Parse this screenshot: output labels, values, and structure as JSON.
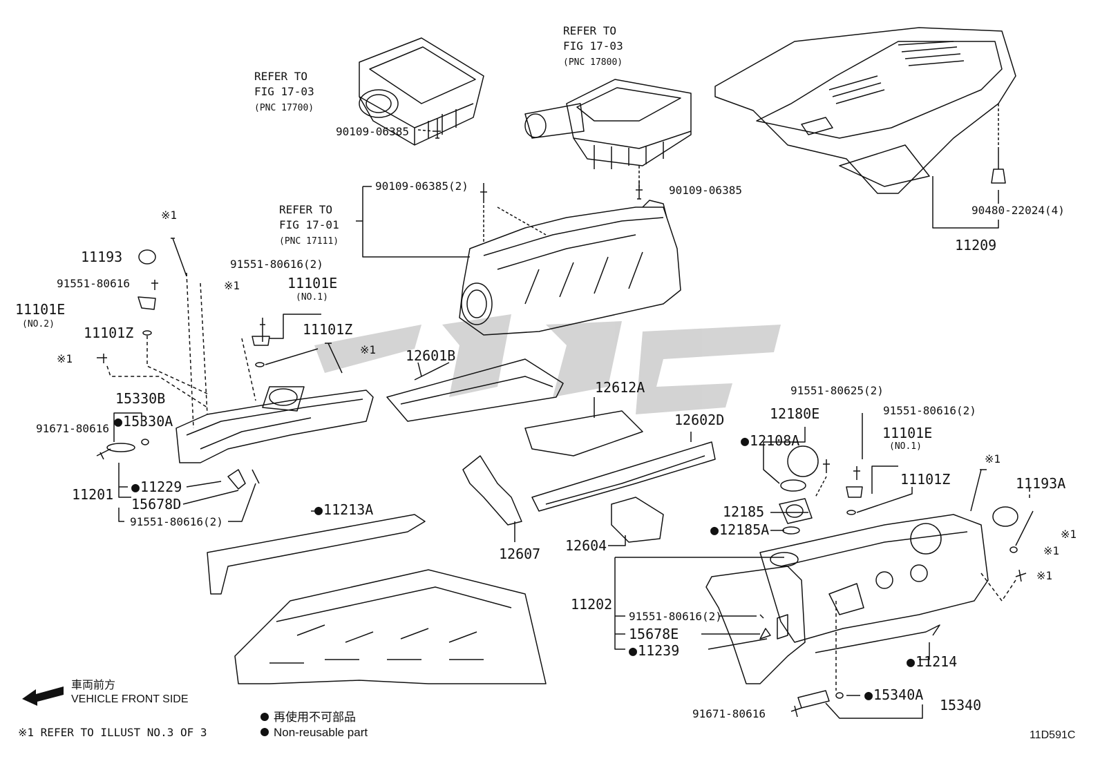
{
  "refs": {
    "left_top": [
      "REFER TO",
      "FIG 17-03",
      "(PNC 17700)"
    ],
    "center_top": [
      "REFER TO",
      "FIG 17-03",
      "(PNC 17800)"
    ],
    "manifold": [
      "REFER TO",
      "FIG 17-01",
      "(PNC 17111)"
    ]
  },
  "parts": {
    "p90109_a": "90109-06385",
    "p90109_b": "90109-06385",
    "p90109_2": "90109-06385(2)",
    "p90480": "90480-22024(4)",
    "p11209": "11209",
    "p11193": "11193",
    "p91551_a": "91551-80616",
    "p11101E_l": "11101E",
    "no2": "(NO.2)",
    "p11101Z_l": "11101Z",
    "x1": "※1",
    "p91551_2a": "91551-80616(2)",
    "p11101E_m": "11101E",
    "no1_m": "(NO.1)",
    "p11101Z_m": "11101Z",
    "p15330B": "15330B",
    "p15330A": "15330A",
    "p91671_a": "91671-80616",
    "p11229": "11229",
    "p11201": "11201",
    "p15678D": "15678D",
    "p91551_2b": "91551-80616(2)",
    "p12601B": "12601B",
    "p12612A": "12612A",
    "p12602D": "12602D",
    "p11213A": "11213A",
    "p12607": "12607",
    "p12604": "12604",
    "p91551_80625": "91551-80625(2)",
    "p12180E": "12180E",
    "p12108A": "12108A",
    "p12185": "12185",
    "p12185A": "12185A",
    "p91551_2c": "91551-80616(2)",
    "p11101E_r": "11101E",
    "no1_r": "(NO.1)",
    "p11101Z_r": "11101Z",
    "p11193A": "11193A",
    "p11202": "11202",
    "p91551_2d": "91551-80616(2)",
    "p15678E": "15678E",
    "p11239": "11239",
    "p11214": "11214",
    "p15340A": "15340A",
    "p15340": "15340",
    "p91671_b": "91671-80616"
  },
  "legend": {
    "direction_jp": "車両前方",
    "direction_en": "VEHICLE FRONT SIDE",
    "note": "※1 REFER TO ILLUST NO.3 OF 3",
    "nonreuse_jp": "再使用不可部品",
    "nonreuse_en": "Non-reusable part",
    "code": "11D591C"
  },
  "colors": {
    "line": "#111111",
    "watermark": "#cfcfcf"
  }
}
